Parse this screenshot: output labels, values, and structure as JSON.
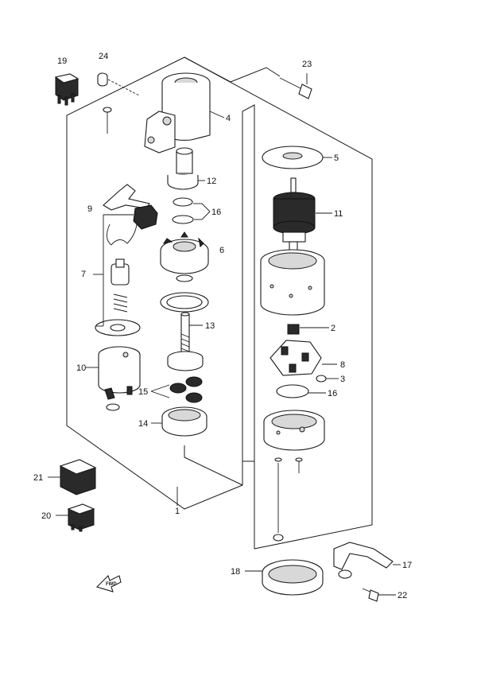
{
  "callouts": {
    "c1": "1",
    "c2": "2",
    "c3": "3",
    "c4": "4",
    "c5": "5",
    "c6": "6",
    "c7": "7",
    "c8": "8",
    "c9": "9",
    "c10": "10",
    "c11": "11",
    "c12": "12",
    "c13": "13",
    "c14": "14",
    "c15": "15",
    "c16a": "16",
    "c16b": "16",
    "c17": "17",
    "c18": "18",
    "c19": "19",
    "c20": "20",
    "c21": "21",
    "c22": "22",
    "c23": "23",
    "c24": "24"
  },
  "fwd_label": "FWD"
}
